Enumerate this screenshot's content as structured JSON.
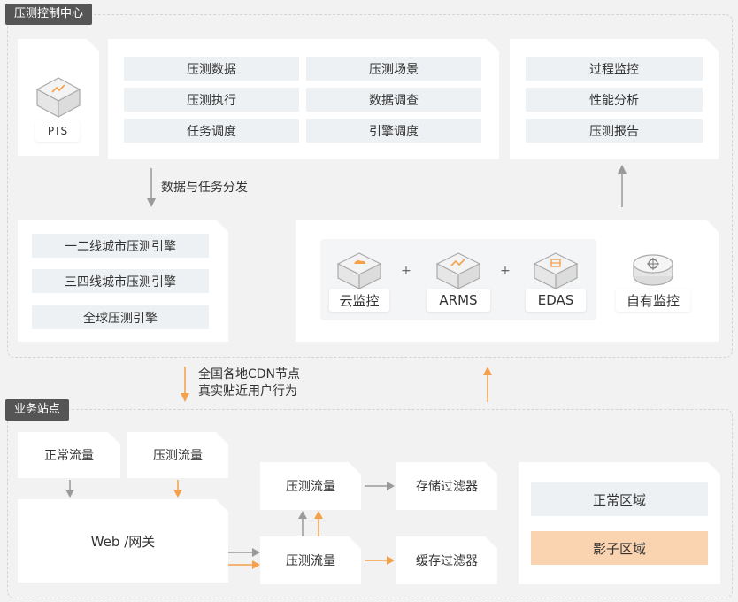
{
  "top": {
    "tag": "压测控制中心",
    "pts_label": "PTS",
    "functions": [
      "压测数据",
      "压测场景",
      "压测执行",
      "数据调查",
      "任务调度",
      "引擎调度"
    ],
    "monitor_items": [
      "过程监控",
      "性能分析",
      "压测报告"
    ],
    "dispatch_label": "数据与任务分发",
    "engines": [
      "一二线城市压测引擎",
      "三四线城市压测引擎",
      "全球压测引擎"
    ],
    "monitors": [
      "云监控",
      "ARMS",
      "EDAS",
      "自有监控"
    ],
    "plus": "+"
  },
  "middle": {
    "cdn_line1": "全国各地CDN节点",
    "cdn_line2": "真实贴近用户行为"
  },
  "bottom": {
    "tag": "业务站点",
    "normal_traffic": "正常流量",
    "test_traffic": "压测流量",
    "web_gateway": "Web /网关",
    "test_traffic_upper": "压测流量",
    "test_traffic_lower": "压测流量",
    "storage_filter": "存储过滤器",
    "cache_filter": "缓存过滤器",
    "normal_zone": "正常区域",
    "shadow_zone": "影子区域"
  },
  "colors": {
    "accent": "#f5a04a",
    "shadow_zone_bg": "#fad3b0",
    "gray_arrow": "#9a9a9a"
  }
}
